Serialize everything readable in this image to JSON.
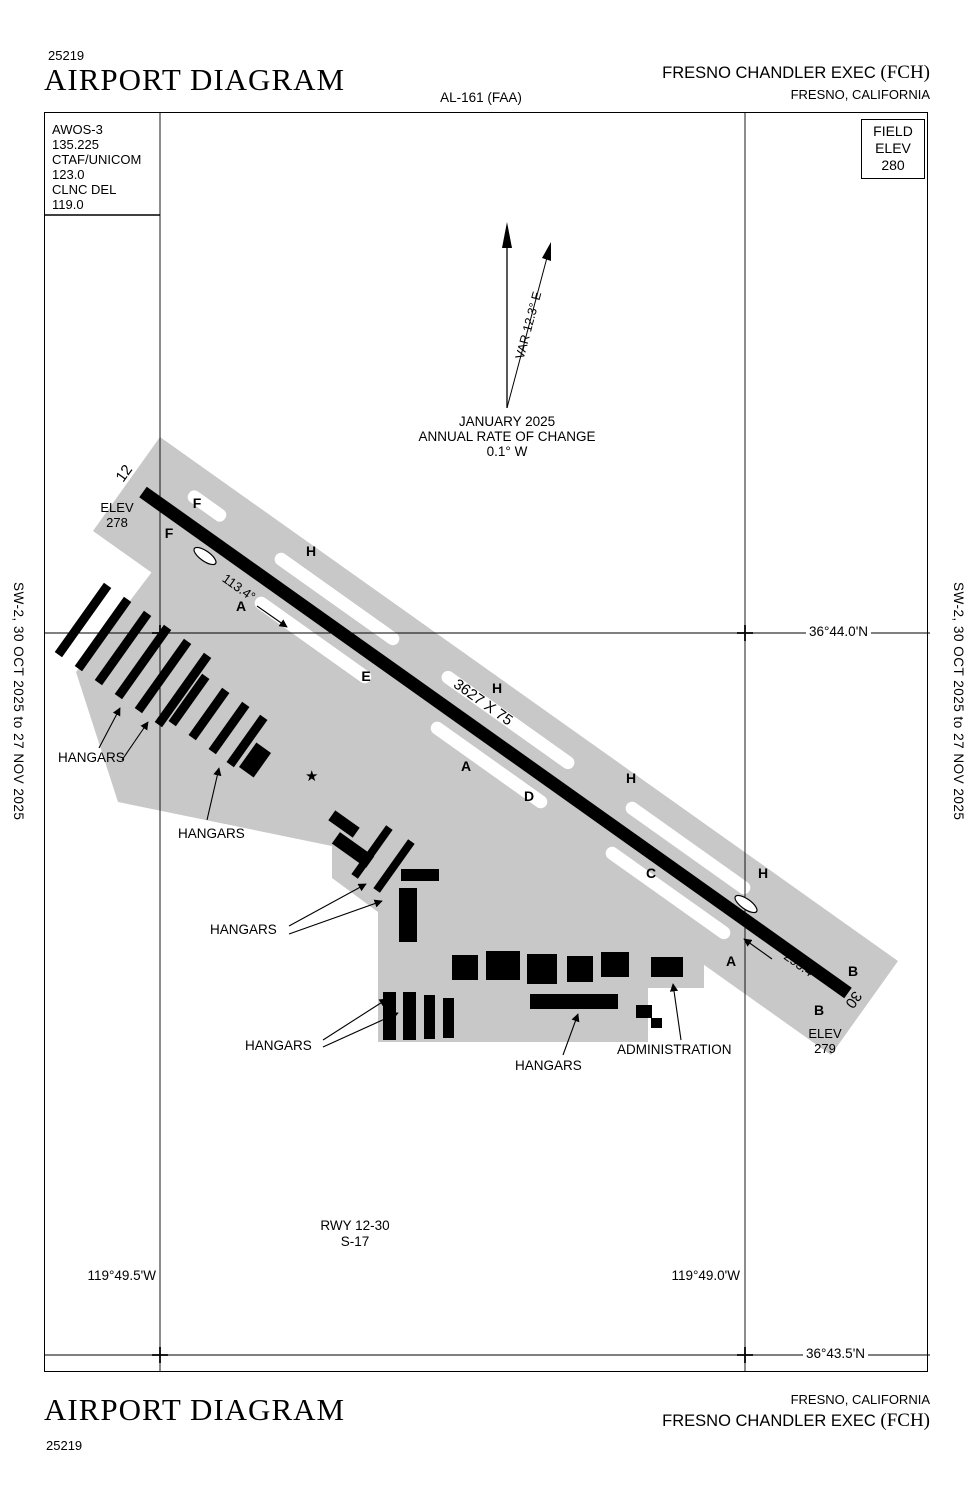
{
  "header": {
    "chart_number": "25219",
    "title": "AIRPORT DIAGRAM",
    "al_number": "AL-161 (FAA)",
    "airport_name": "FRESNO CHANDLER EXEC",
    "airport_code": "(FCH)",
    "city_state": "FRESNO, CALIFORNIA"
  },
  "footer": {
    "chart_number": "25219",
    "title": "AIRPORT DIAGRAM",
    "airport_name": "FRESNO CHANDLER EXEC",
    "airport_code": "(FCH)",
    "city_state": "FRESNO, CALIFORNIA"
  },
  "edition": {
    "strip": "SW-2,  30 OCT 2025  to  27 NOV 2025"
  },
  "comms": {
    "lines": [
      "AWOS-3",
      "135.225",
      "CTAF/UNICOM",
      "123.0",
      "CLNC DEL",
      "119.0"
    ]
  },
  "field_elevation": {
    "line1": "FIELD",
    "line2": "ELEV",
    "value": "280"
  },
  "north_arrow": {
    "variation": "VAR 12.3° E",
    "date": "JANUARY 2025",
    "change_label": "ANNUAL RATE OF CHANGE",
    "change_value": "0.1° W"
  },
  "runway": {
    "end_12": "12",
    "end_30": "30",
    "dimensions": "3627 X 75",
    "heading_12": "113.4°",
    "heading_30": "293.4°",
    "elev_label": "ELEV",
    "elev_12": "278",
    "elev_30": "279",
    "info_line1": "RWY 12-30",
    "info_line2": "S-17"
  },
  "coordinates": {
    "lat_top": "36°44.0'N",
    "lat_bottom": "36°43.5'N",
    "lon_left": "119°49.5'W",
    "lon_right": "119°49.0'W"
  },
  "labels": {
    "hangars": "HANGARS",
    "administration": "ADMINISTRATION"
  },
  "taxiway_letters": [
    "F",
    "F",
    "H",
    "A",
    "E",
    "H",
    "A",
    "D",
    "H",
    "C",
    "H",
    "A",
    "B",
    "B"
  ],
  "icons": {
    "beacon_star": "★"
  },
  "colors": {
    "pavement": "#c8c8c8",
    "ink": "#000000"
  }
}
